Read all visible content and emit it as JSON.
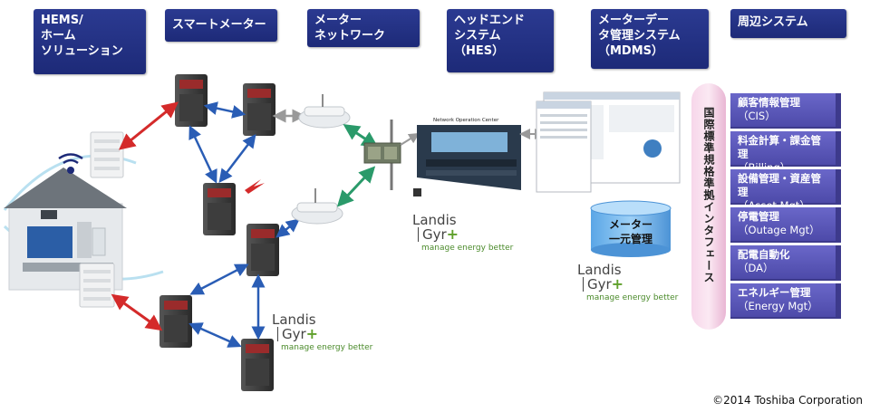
{
  "headers": [
    "HEMS/\nホーム\nソリューション",
    "スマートメーター",
    "メーター\nネットワーク",
    "ヘッドエンド\nシステム\n（HES）",
    "メーターデー\nタ管理システム\n（MDMS）",
    "周辺システム"
  ],
  "systems": [
    {
      "label": "顧客情報管理",
      "sub": "（CIS）"
    },
    {
      "label": "料金計算・課金管理",
      "sub": "（Billing）"
    },
    {
      "label": "設備管理・資産管理",
      "sub": "（Asset Mgt）"
    },
    {
      "label": "停電管理",
      "sub": "（Outage Mgt）"
    },
    {
      "label": "配電自動化",
      "sub": "（DA）"
    },
    {
      "label": "エネルギー管理",
      "sub": "（Energy Mgt）"
    }
  ],
  "interface_label": "国際標準規格準拠インタフェース",
  "database_label": "メーター\n一元管理",
  "noc_label": "Network Operation Center",
  "logo": {
    "name_1": "Landis",
    "name_2": "Gyr",
    "tagline": "manage energy better"
  },
  "copyright": "©2014 Toshiba Corporation",
  "colors": {
    "header_bg": "#1d2a78",
    "system_bg": "#5553b3",
    "red_link": "#d42a2a",
    "blue_link": "#2a5db5",
    "green_link": "#2a9a6a"
  }
}
